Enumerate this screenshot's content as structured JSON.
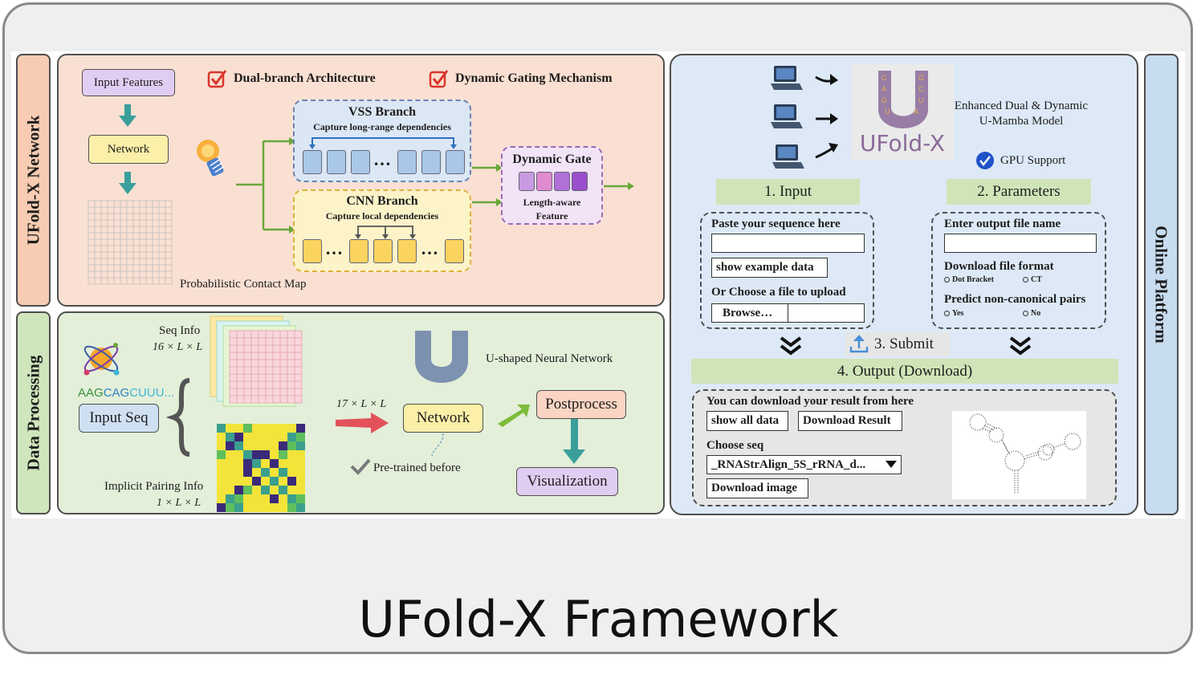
{
  "footer_title": "UFold-X Framework",
  "colors": {
    "network_panel": "#fae0d2",
    "data_panel": "#e3efd9",
    "online_panel": "#dde9f6",
    "step_green": "#cfe5b8",
    "network_box": "#fcefa8",
    "input_box": "#e2cdf2",
    "gate_purple": "#e7d6f3",
    "vss_blue": "#a9c7e8",
    "cnn_yellow": "#fbd35f"
  },
  "ufold_network": {
    "side_label": "UFold-X Network",
    "feature1": "Dual-branch Architecture",
    "feature2": "Dynamic Gating Mechanism",
    "input_features": "Input Features",
    "network": "Network",
    "contact_map_label": "Probabilistic Contact Map",
    "vss_title": "VSS Branch",
    "vss_subtitle": "Capture long-range dependencies",
    "cnn_title": "CNN Branch",
    "cnn_subtitle": "Capture local dependencies",
    "ellipsis": "…",
    "gate_title": "Dynamic Gate",
    "gate_subtitle_1": "Length-aware",
    "gate_subtitle_2": "Feature",
    "icons": [
      "checkbox-icon",
      "lightbulb-icon"
    ]
  },
  "data_processing": {
    "side_label": "Data Processing",
    "sequence_text": {
      "p1": "AAG",
      "p2": "CAG",
      "p3": "CUUU...",
      "colors": [
        "#3a8f3a",
        "#2f7fc4",
        "#3bb6d8"
      ]
    },
    "input_seq": "Input Seq",
    "seq_info": "Seq Info",
    "seq_info_dim": "16 × L × L",
    "implicit_label": "Implicit Pairing Info",
    "implicit_dim": "1 × L × L",
    "arrow_dim": "17 × L × L",
    "unet_label": "U-shaped Neural Network",
    "network": "Network",
    "pretrained": "Pre-trained before",
    "postprocess": "Postprocess",
    "visualization": "Visualization",
    "icons": [
      "atom-icon",
      "u-shape-icon",
      "checkmark-icon"
    ]
  },
  "online_platform": {
    "side_label": "Online Platform",
    "logo_text": "UFold-X",
    "logo_letters": "CAGUGCUA",
    "model_desc_1": "Enhanced Dual & Dynamic",
    "model_desc_2": "U-Mamba Model",
    "gpu_support": "GPU Support",
    "step1": "1. Input",
    "step2": "2. Parameters",
    "step3": "3. Submit",
    "step4": "4. Output (Download)",
    "paste_label": "Paste your sequence here",
    "show_example": "show example data",
    "choose_file": "Or Choose a file to upload",
    "browse": "Browse…",
    "output_name_label": "Enter output file name",
    "format_label": "Download file format",
    "format_options": [
      "Dot Bracket",
      "CT"
    ],
    "noncanonical_label": "Predict non-canonical pairs",
    "noncanonical_options": [
      "Yes",
      "No"
    ],
    "download_intro": "You can download your result from here",
    "show_all": "show all data",
    "download_result": "Download Result",
    "choose_seq_label": "Choose seq",
    "selected_seq": "_RNAStrAlign_5S_rRNA_d...",
    "download_image": "Download image",
    "icons": [
      "laptop-icon",
      "check-badge-icon",
      "upload-icon",
      "chevron-double-down-icon",
      "rna-structure-image"
    ]
  }
}
